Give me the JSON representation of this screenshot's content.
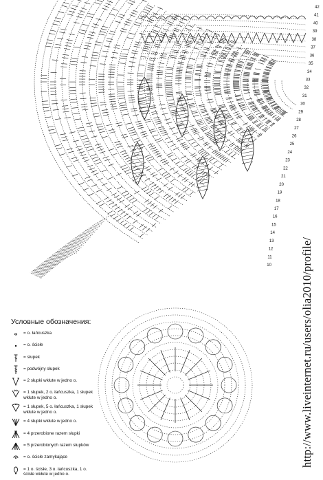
{
  "diagram": {
    "row_numbers": [
      "42",
      "41",
      "40",
      "39",
      "38",
      "37",
      "36",
      "35",
      "34",
      "33",
      "32",
      "31",
      "30",
      "29",
      "28",
      "27",
      "26",
      "25",
      "24",
      "23",
      "22",
      "21",
      "20",
      "19",
      "18",
      "17",
      "16",
      "15",
      "14",
      "13",
      "12",
      "11",
      "10"
    ],
    "watermark": "http://www.liveinternet.ru/users/olia2010/profile/"
  },
  "legend": {
    "title": "Условные обозначения:",
    "items": [
      {
        "icon": "chain-stitch-icon",
        "text": "= o. łańcuszka"
      },
      {
        "icon": "slip-stitch-icon",
        "text": "= o. ścisłe"
      },
      {
        "icon": "double-crochet-icon",
        "text": "= słupek"
      },
      {
        "icon": "treble-crochet-icon",
        "text": "= podwójny słupek"
      },
      {
        "icon": "two-dc-one-stitch-icon",
        "text": "= 2 słupki wkłute w jedno o."
      },
      {
        "icon": "v-stitch-icon",
        "text": "= 1 słupek, 2 o. łańcuszka, 1 słupek\nwkłute w jedno o."
      },
      {
        "icon": "shell-stitch-icon",
        "text": "= 1 słupek, 5 o. łańcuszka, 1 słupek\nwkłute w jedno o."
      },
      {
        "icon": "four-dc-one-stitch-icon",
        "text": "= 4 słupki wkłute w jedno o."
      },
      {
        "icon": "four-dc-together-icon",
        "text": "= 4 przerobione razem słupki"
      },
      {
        "icon": "five-dc-together-icon",
        "text": "= 5 przerobionych razem słupków"
      },
      {
        "icon": "closing-slip-stitch-icon",
        "text": "= o. ścisłe zamykające"
      },
      {
        "icon": "picot-icon",
        "text": "= 1 o. ścisłe, 3 o. łańcuszka, 1 o.\nścisłe wkłute w jedno o."
      }
    ]
  }
}
